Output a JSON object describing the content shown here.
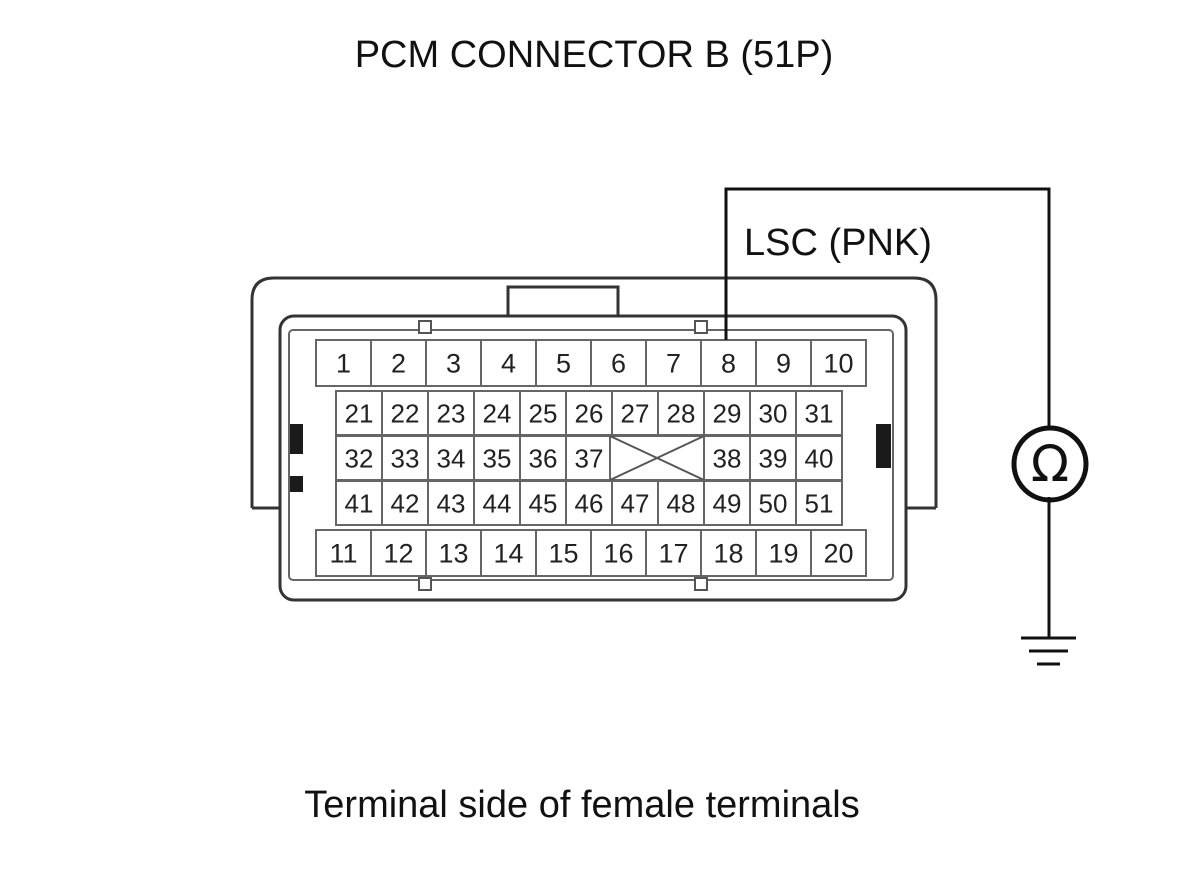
{
  "title": "PCM CONNECTOR B (51P)",
  "wire_label": "LSC (PNK)",
  "caption": "Terminal side of female terminals",
  "meter_symbol": "Ω",
  "probe_terminal": "8",
  "connector": {
    "row1": [
      "1",
      "2",
      "3",
      "4",
      "5",
      "6",
      "7",
      "8",
      "9",
      "10"
    ],
    "row2": [
      "21",
      "22",
      "23",
      "24",
      "25",
      "26",
      "27",
      "28",
      "29",
      "30",
      "31"
    ],
    "row3_left": [
      "32",
      "33",
      "34",
      "35",
      "36",
      "37"
    ],
    "row3_right": [
      "38",
      "39",
      "40"
    ],
    "row4": [
      "41",
      "42",
      "43",
      "44",
      "45",
      "46",
      "47",
      "48",
      "49",
      "50",
      "51"
    ],
    "row5": [
      "11",
      "12",
      "13",
      "14",
      "15",
      "16",
      "17",
      "18",
      "19",
      "20"
    ]
  },
  "colors": {
    "line": "#111111",
    "connector_stroke": "#444444",
    "fill": "#ffffff"
  }
}
